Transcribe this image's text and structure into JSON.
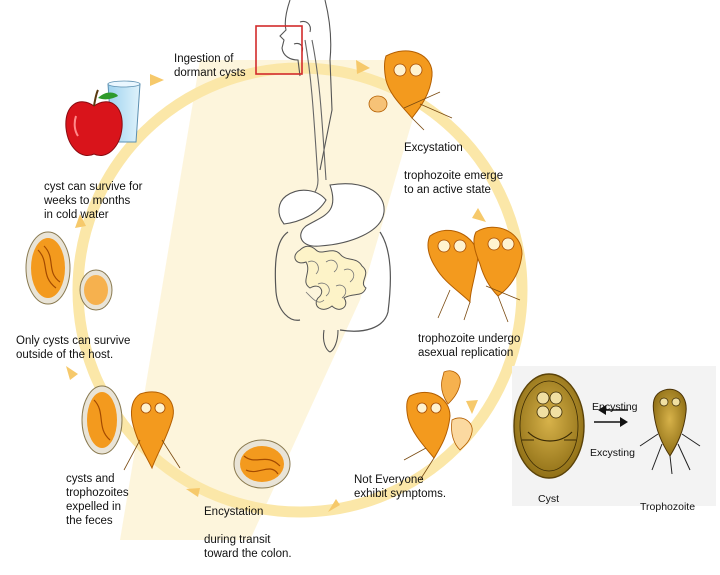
{
  "stages": {
    "ingestion": "Ingestion of\ndormant cysts",
    "excystation_title": "Excystation",
    "excystation_desc": "trophozoite emerge\nto an active state",
    "replication": "trophozoite undergo\nasexual replication",
    "symptoms": "Not Everyone\nexhibit symptoms.",
    "encystation_title": "Encystation",
    "encystation_desc": "during transit\ntoward the colon.",
    "expelled": "cysts and\ntrophozoites\nexpelled in\nthe feces",
    "outside_host": "Only cysts can survive\noutside of the host.",
    "cold_water": "cyst can survive for\nweeks to months\nin cold water"
  },
  "inset": {
    "encysting": "Encysting",
    "excysting": "Excysting",
    "cyst": "Cyst",
    "trophozoite": "Trophozoite"
  },
  "colors": {
    "cycle_ring": "#fbe7a8",
    "arrow": "#f6c96b",
    "trophozoite": "#f29a1c",
    "cyst_body": "#f4c46a",
    "highlight_box": "#d22b2b",
    "apple": "#d9141b",
    "inset_cyst": "#c9a224"
  }
}
